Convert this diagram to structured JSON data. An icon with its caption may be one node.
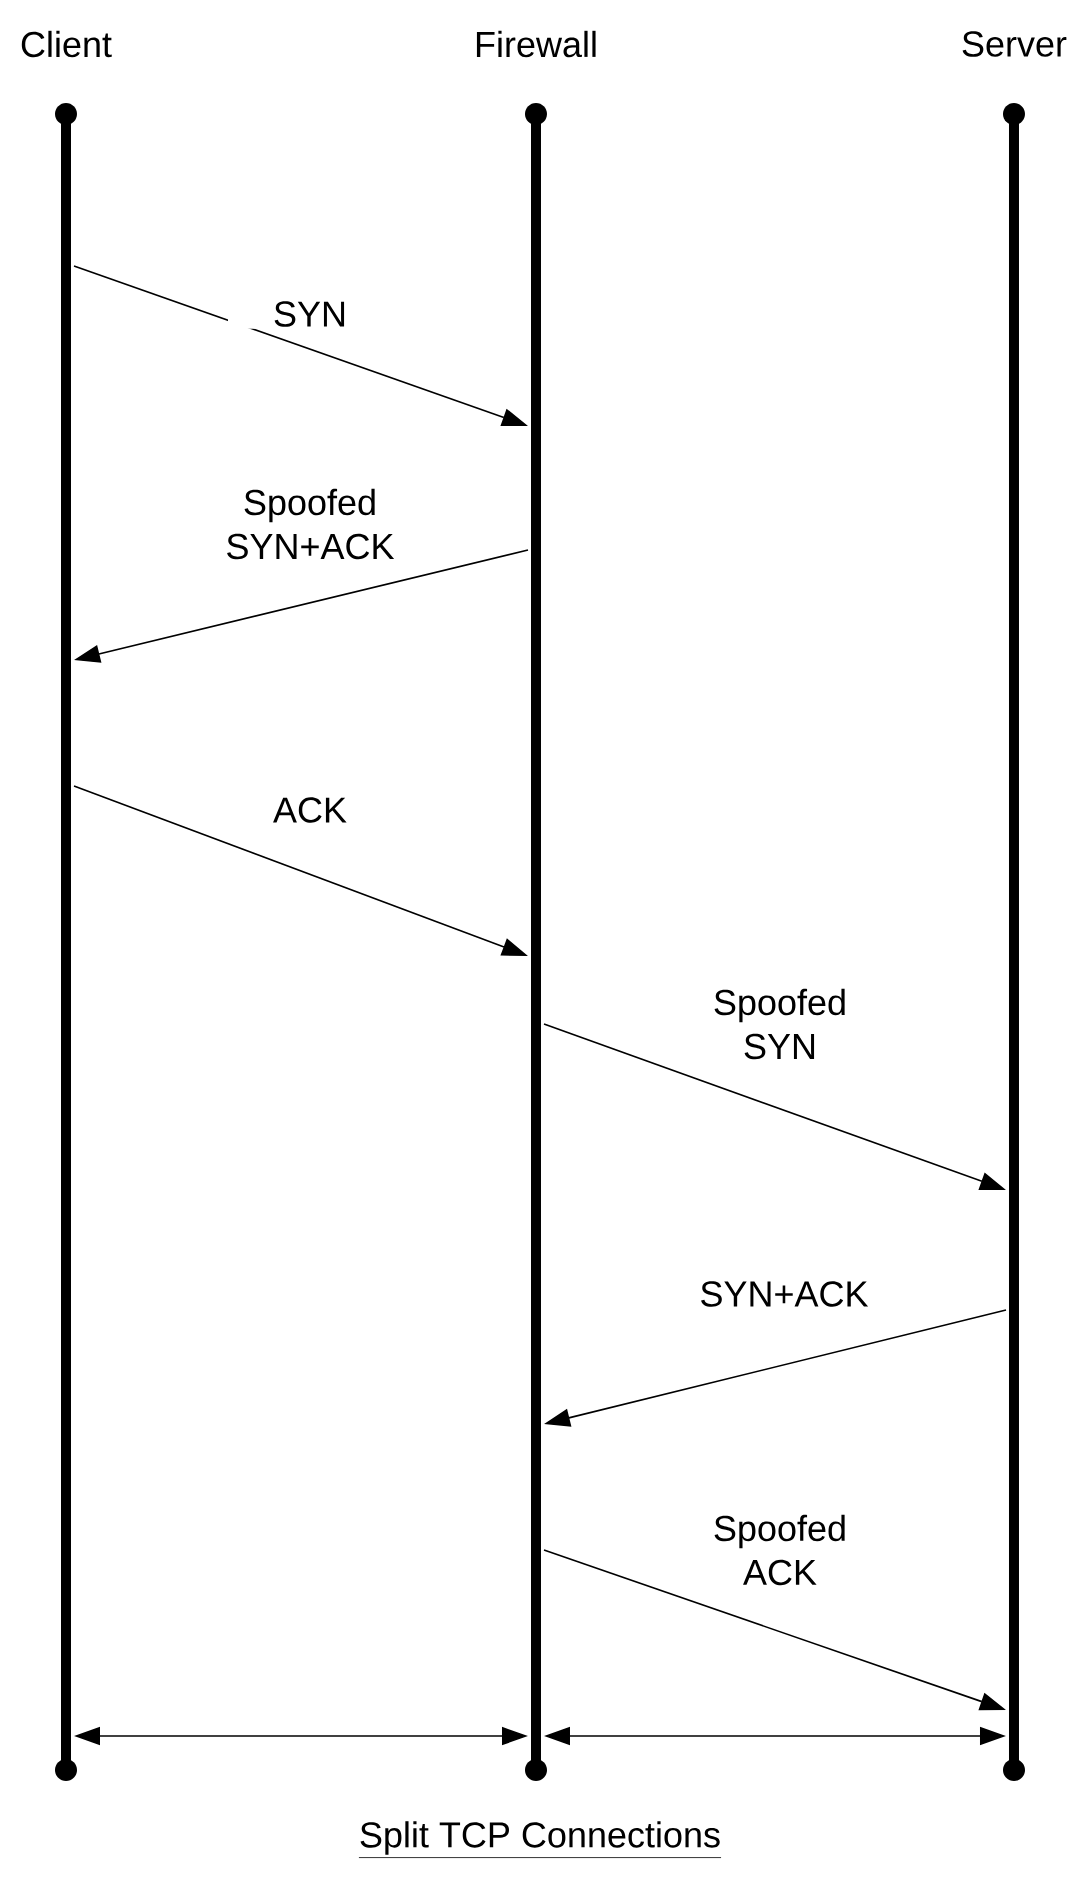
{
  "diagram": {
    "caption": "Split TCP Connections",
    "nodes": [
      {
        "text": [
          "Client"
        ]
      },
      {
        "text": [
          "Firewall"
        ]
      },
      {
        "text": [
          "Server"
        ]
      }
    ],
    "edges": [
      {
        "from": 0,
        "to": 1,
        "arrow": "to",
        "label": "SYN"
      },
      {
        "from": 1,
        "to": 0,
        "arrow": "to",
        "label": "Spoofed SYN+ACK"
      },
      {
        "from": 0,
        "to": 1,
        "arrow": "to",
        "label": "ACK"
      },
      {
        "from": 1,
        "to": 2,
        "arrow": "to",
        "label": "Spoofed SYN"
      },
      {
        "from": 2,
        "to": 1,
        "arrow": "to",
        "label": "SYN+ACK"
      },
      {
        "from": 1,
        "to": 2,
        "arrow": "to",
        "label": "Spoofed ACK"
      },
      {
        "from": 0,
        "to": 1,
        "arrow": "both"
      },
      {
        "from": 1,
        "to": 2,
        "arrow": "both"
      }
    ]
  }
}
